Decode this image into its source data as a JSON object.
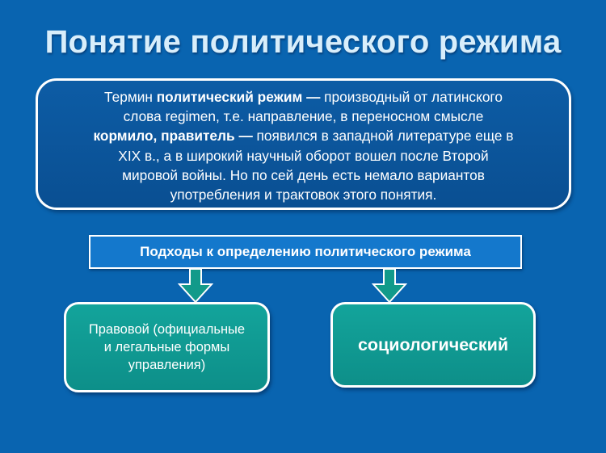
{
  "slide": {
    "title": "Понятие политического режима",
    "definition": {
      "line1_pre": "Термин ",
      "line1_bold": "политический режим —",
      "line1_post": " производный от латинского",
      "line2": "слова regimen, т.е. направление, в переносном смысле",
      "line3_bold": "кормило, правитель —",
      "line3_post": " появился в западной литературе еще в",
      "line4": "XIX в., а в широкий научный оборот вошел после Второй",
      "line5": "мировой войны. Но по сей день есть немало вариантов",
      "line6": "употребления и трактовок этого понятия."
    },
    "approaches_header": "Подходы к определению политического режима",
    "approaches": [
      {
        "label": "Правовой (официальные\nи легальные формы\nуправления)"
      },
      {
        "label": "социологический"
      }
    ],
    "colors": {
      "background": "#0964b0",
      "title_text": "#d8eefb",
      "definition_box": "#0b559b",
      "header_box": "#1478cc",
      "approach_box": "#11998f",
      "arrow_fill": "#119a8a",
      "border": "#ffffff"
    }
  }
}
